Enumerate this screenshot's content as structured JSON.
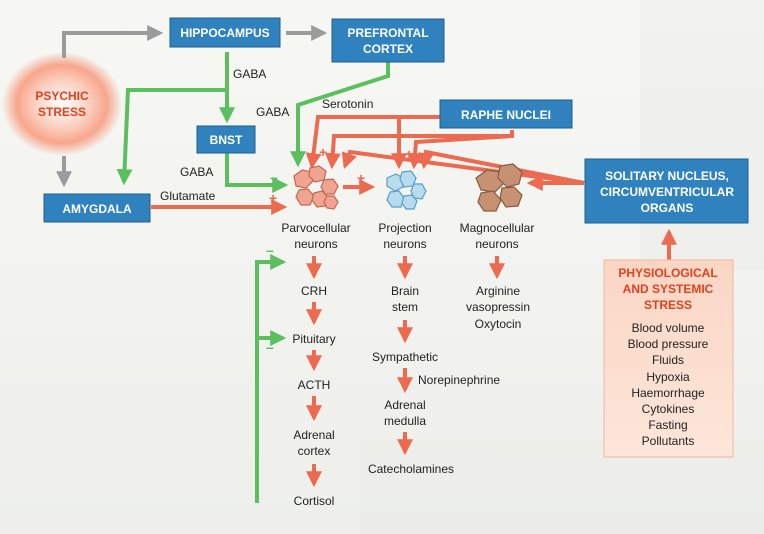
{
  "boxes": {
    "hippocampus": "HIPPOCAMPUS",
    "prefrontal_1": "PREFRONTAL",
    "prefrontal_2": "CORTEX",
    "bnst": "BNST",
    "raphe": "RAPHE NUCLEI",
    "amygdala": "AMYGDALA",
    "solitary_1": "SOLITARY NUCLEUS,",
    "solitary_2": "CIRCUMVENTRICULAR",
    "solitary_3": "ORGANS"
  },
  "psychic": [
    "PSYCHIC",
    "STRESS"
  ],
  "edge_labels": {
    "gaba_hippo": "GABA",
    "gaba_prefrontal": "GABA",
    "gaba_bnst": "GABA",
    "glutamate": "Glutamate",
    "serotonin": "Serotonin",
    "norepinephrine": "Norepinephrine"
  },
  "signs": {
    "plus": "+",
    "minus": "–"
  },
  "neurons": {
    "parvo": [
      "Parvocellular",
      "neurons"
    ],
    "proj": [
      "Projection",
      "neurons"
    ],
    "magno": [
      "Magnocellular",
      "neurons"
    ]
  },
  "chains": {
    "hpa": [
      "CRH",
      "Pituitary",
      "ACTH",
      "Adrenal",
      "cortex",
      "Cortisol"
    ],
    "sympathetic": [
      "Brain",
      "stem",
      "Sympathetic",
      "Adrenal",
      "medulla",
      "Catecholamines"
    ],
    "posterior": [
      "Arginine",
      "vasopressin",
      "Oxytocin"
    ]
  },
  "physio": {
    "title": [
      "PHYSIOLOGICAL",
      "AND SYSTEMIC",
      "STRESS"
    ],
    "items": [
      "Blood volume",
      "Blood pressure",
      "Fluids",
      "Hypoxia",
      "Haemorrhage",
      "Cytokines",
      "Fasting",
      "Pollutants"
    ]
  },
  "colors": {
    "box_blue": "#2f82bd",
    "orange": "#ec6a4f",
    "green": "#5cbf5d",
    "gray": "#9b9b9b",
    "psychic_text": "#e2411f",
    "physio_bg": "#fbd3bf"
  }
}
